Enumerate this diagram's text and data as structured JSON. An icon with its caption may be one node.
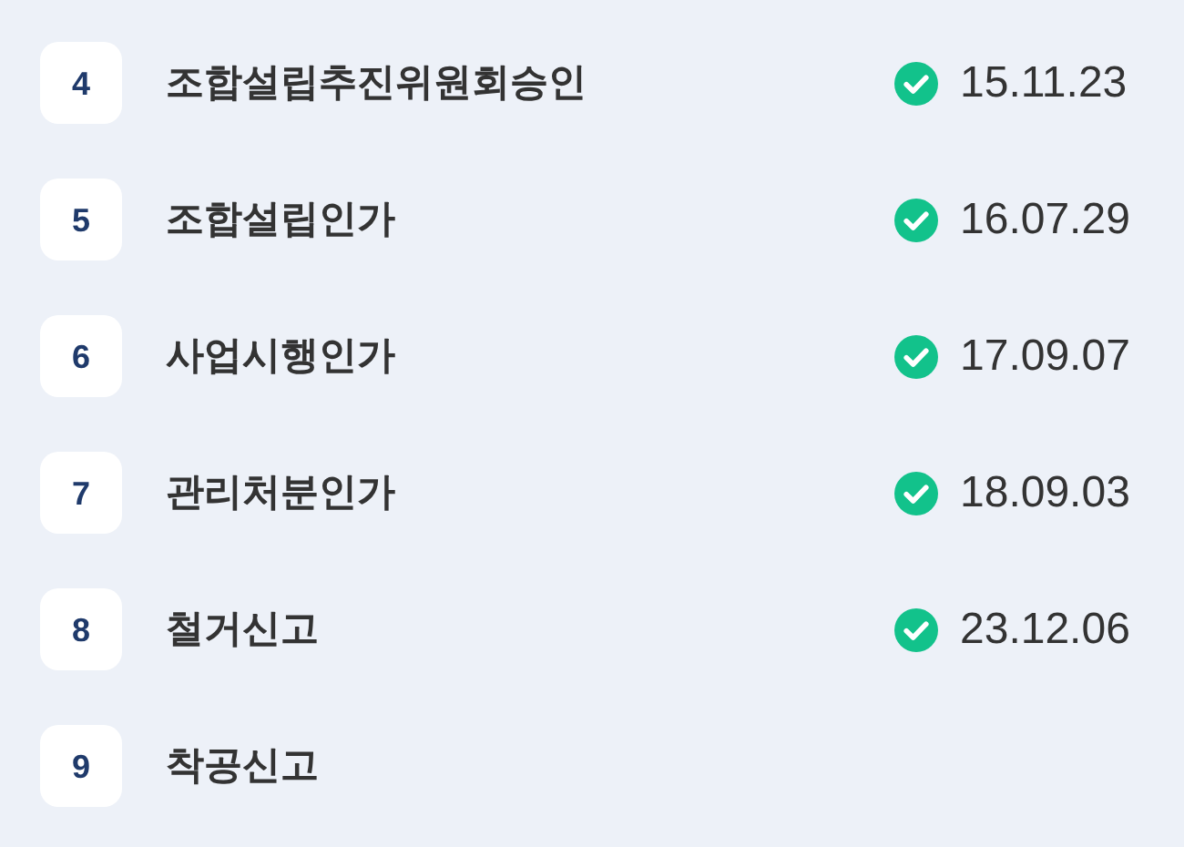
{
  "diagram": {
    "nodes": [
      {
        "text": [
          "4"
        ],
        "beside": [
          "조합설립추진위원회승인"
        ]
      },
      {
        "text": [
          "5"
        ],
        "beside": [
          "조합설립인가"
        ]
      },
      {
        "text": [
          "6"
        ],
        "beside": [
          "사업시행인가"
        ]
      },
      {
        "text": [
          "7"
        ],
        "beside": [
          "관리처분인가"
        ]
      },
      {
        "text": [
          "8"
        ],
        "beside": [
          "철거신고"
        ]
      },
      {
        "text": [
          "9"
        ],
        "beside": [
          "착공신고"
        ]
      }
    ],
    "labels": [
      "15.11.23",
      "16.07.29",
      "17.09.07",
      "18.09.03",
      "23.12.06"
    ]
  }
}
